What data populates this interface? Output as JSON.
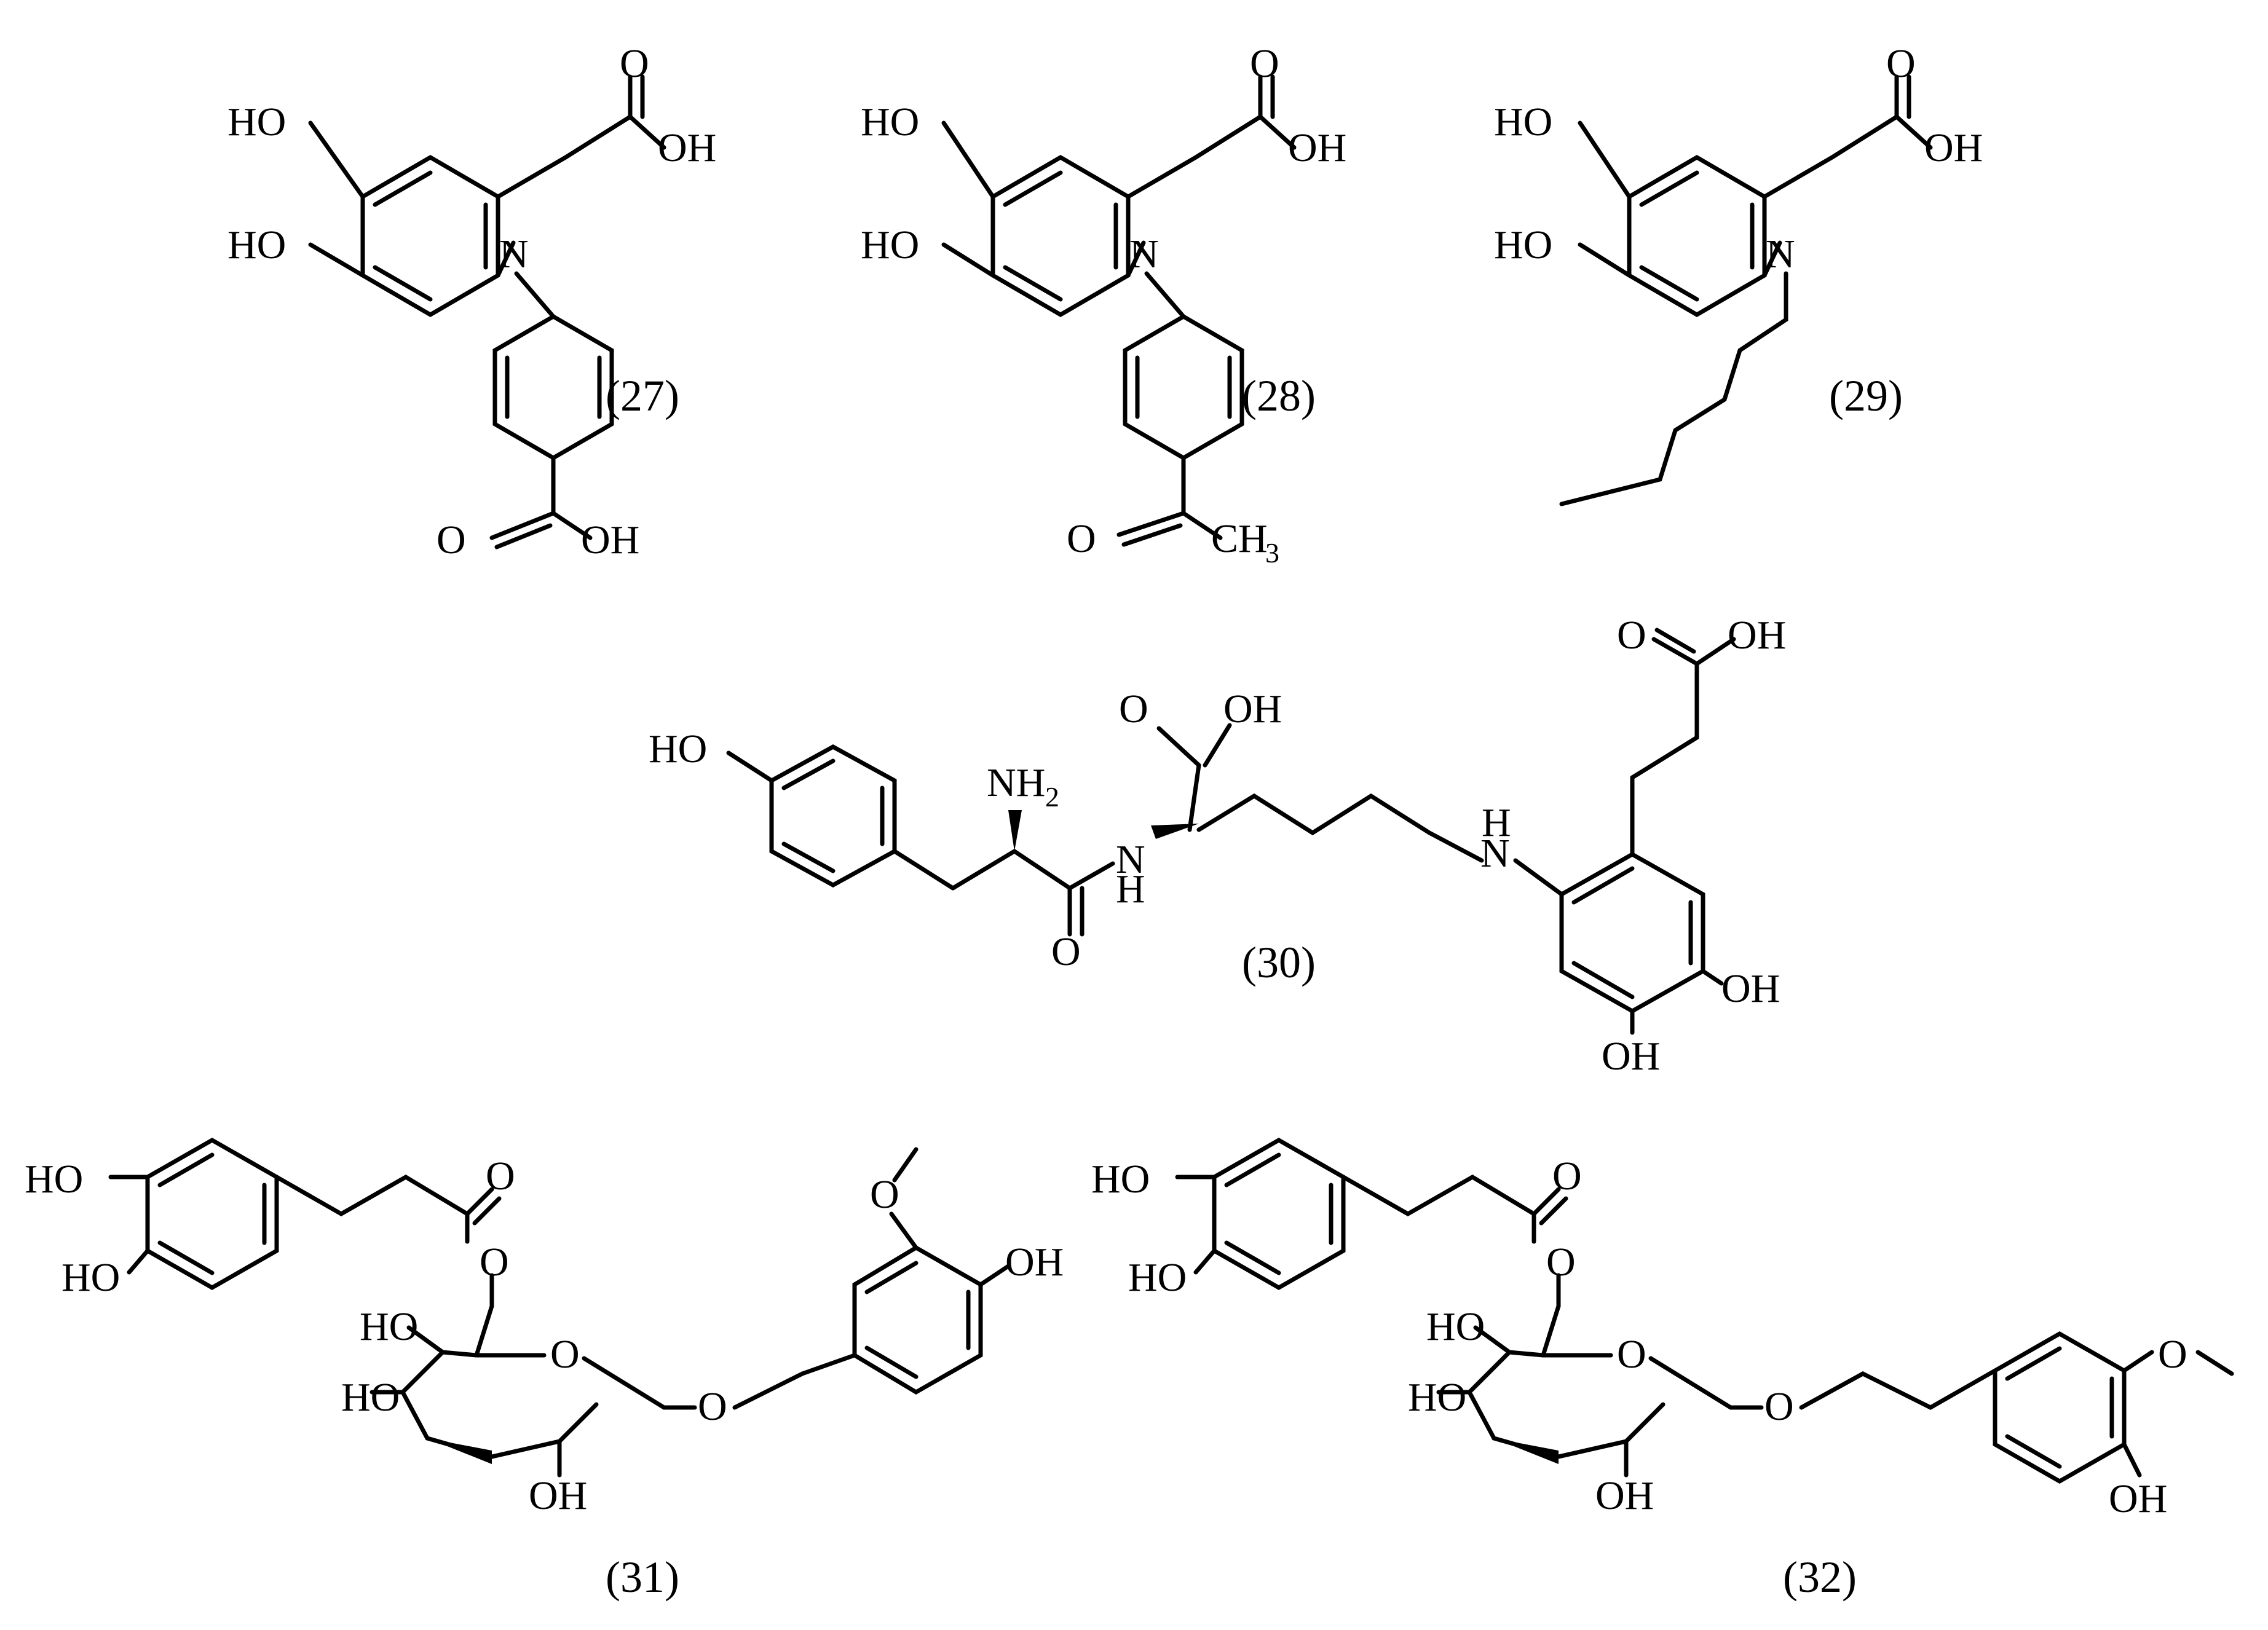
{
  "figure": {
    "compounds": [
      {
        "id": "27",
        "caption": "(27)",
        "atoms": {
          "ho_top": "HO",
          "ho_bottom": "HO",
          "n": "N",
          "acid_o": "O",
          "acid_oh": "OH",
          "ring_acid_o": "O",
          "ring_acid_oh": "OH"
        }
      },
      {
        "id": "28",
        "caption": "(28)",
        "atoms": {
          "ho_top": "HO",
          "ho_bottom": "HO",
          "n": "N",
          "acid_o": "O",
          "acid_oh": "OH",
          "keto_o": "O",
          "ch": "CH",
          "ch_sub": "3"
        }
      },
      {
        "id": "29",
        "caption": "(29)",
        "atoms": {
          "ho_top": "HO",
          "ho_bottom": "HO",
          "n": "N",
          "acid_o": "O",
          "acid_oh": "OH"
        }
      },
      {
        "id": "30",
        "caption": "(30)",
        "atoms": {
          "ho_phenol": "HO",
          "nh": "NH",
          "nh_sub": "2",
          "amide_nh": "N",
          "amide_h": "H",
          "amide_o": "O",
          "cooh_o": "O",
          "cooh_oh": "OH",
          "lys_h": "H",
          "lys_n": "N",
          "acid_o": "O",
          "acid_oh": "OH",
          "oh_right": "OH",
          "oh_bottom": "OH"
        }
      },
      {
        "id": "31",
        "caption": "(31)",
        "atoms": {
          "ho_top": "HO",
          "ho_bottom": "HO",
          "ester_o": "O",
          "ester_link_o": "O",
          "ring_o": "O",
          "ho_c4": "HO",
          "ho_c3": "HO",
          "oh_c2": "OH",
          "glyc_o": "O",
          "methoxy_o": "O",
          "oh_right": "OH"
        }
      },
      {
        "id": "32",
        "caption": "(32)",
        "atoms": {
          "ho_top": "HO",
          "ho_bottom": "HO",
          "ester_o": "O",
          "ester_link_o": "O",
          "ring_o": "O",
          "ho_c4": "HO",
          "ho_c3": "HO",
          "oh_c2": "OH",
          "glyc_o": "O",
          "methoxy_o": "O",
          "oh_bottom": "OH"
        }
      }
    ]
  }
}
